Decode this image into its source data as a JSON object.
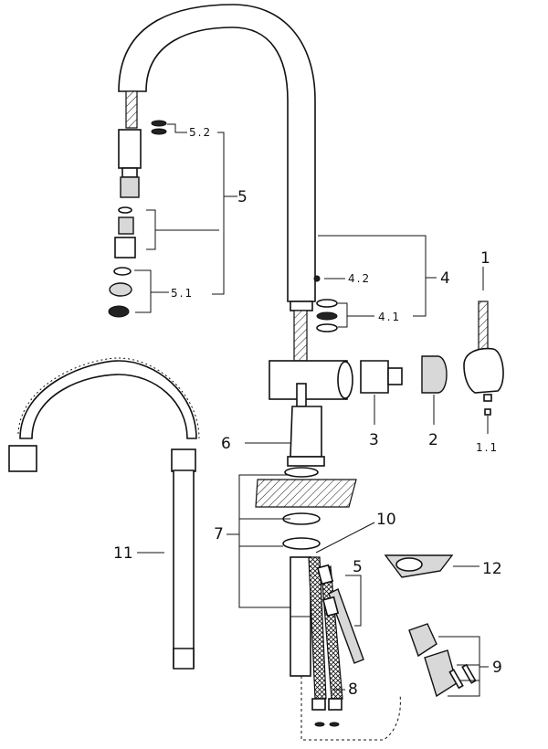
{
  "labels": {
    "l1": "1",
    "l1_1": "1.1",
    "l2": "2",
    "l3": "3",
    "l4": "4",
    "l4_1": "4.1",
    "l4_2": "4.2",
    "l5": "5",
    "l5_1": "5.1",
    "l5_2": "5.2",
    "l5b": "5",
    "l6": "6",
    "l7": "7",
    "l8": "8",
    "l9": "9",
    "l10": "10",
    "l11": "11",
    "l12": "12"
  }
}
